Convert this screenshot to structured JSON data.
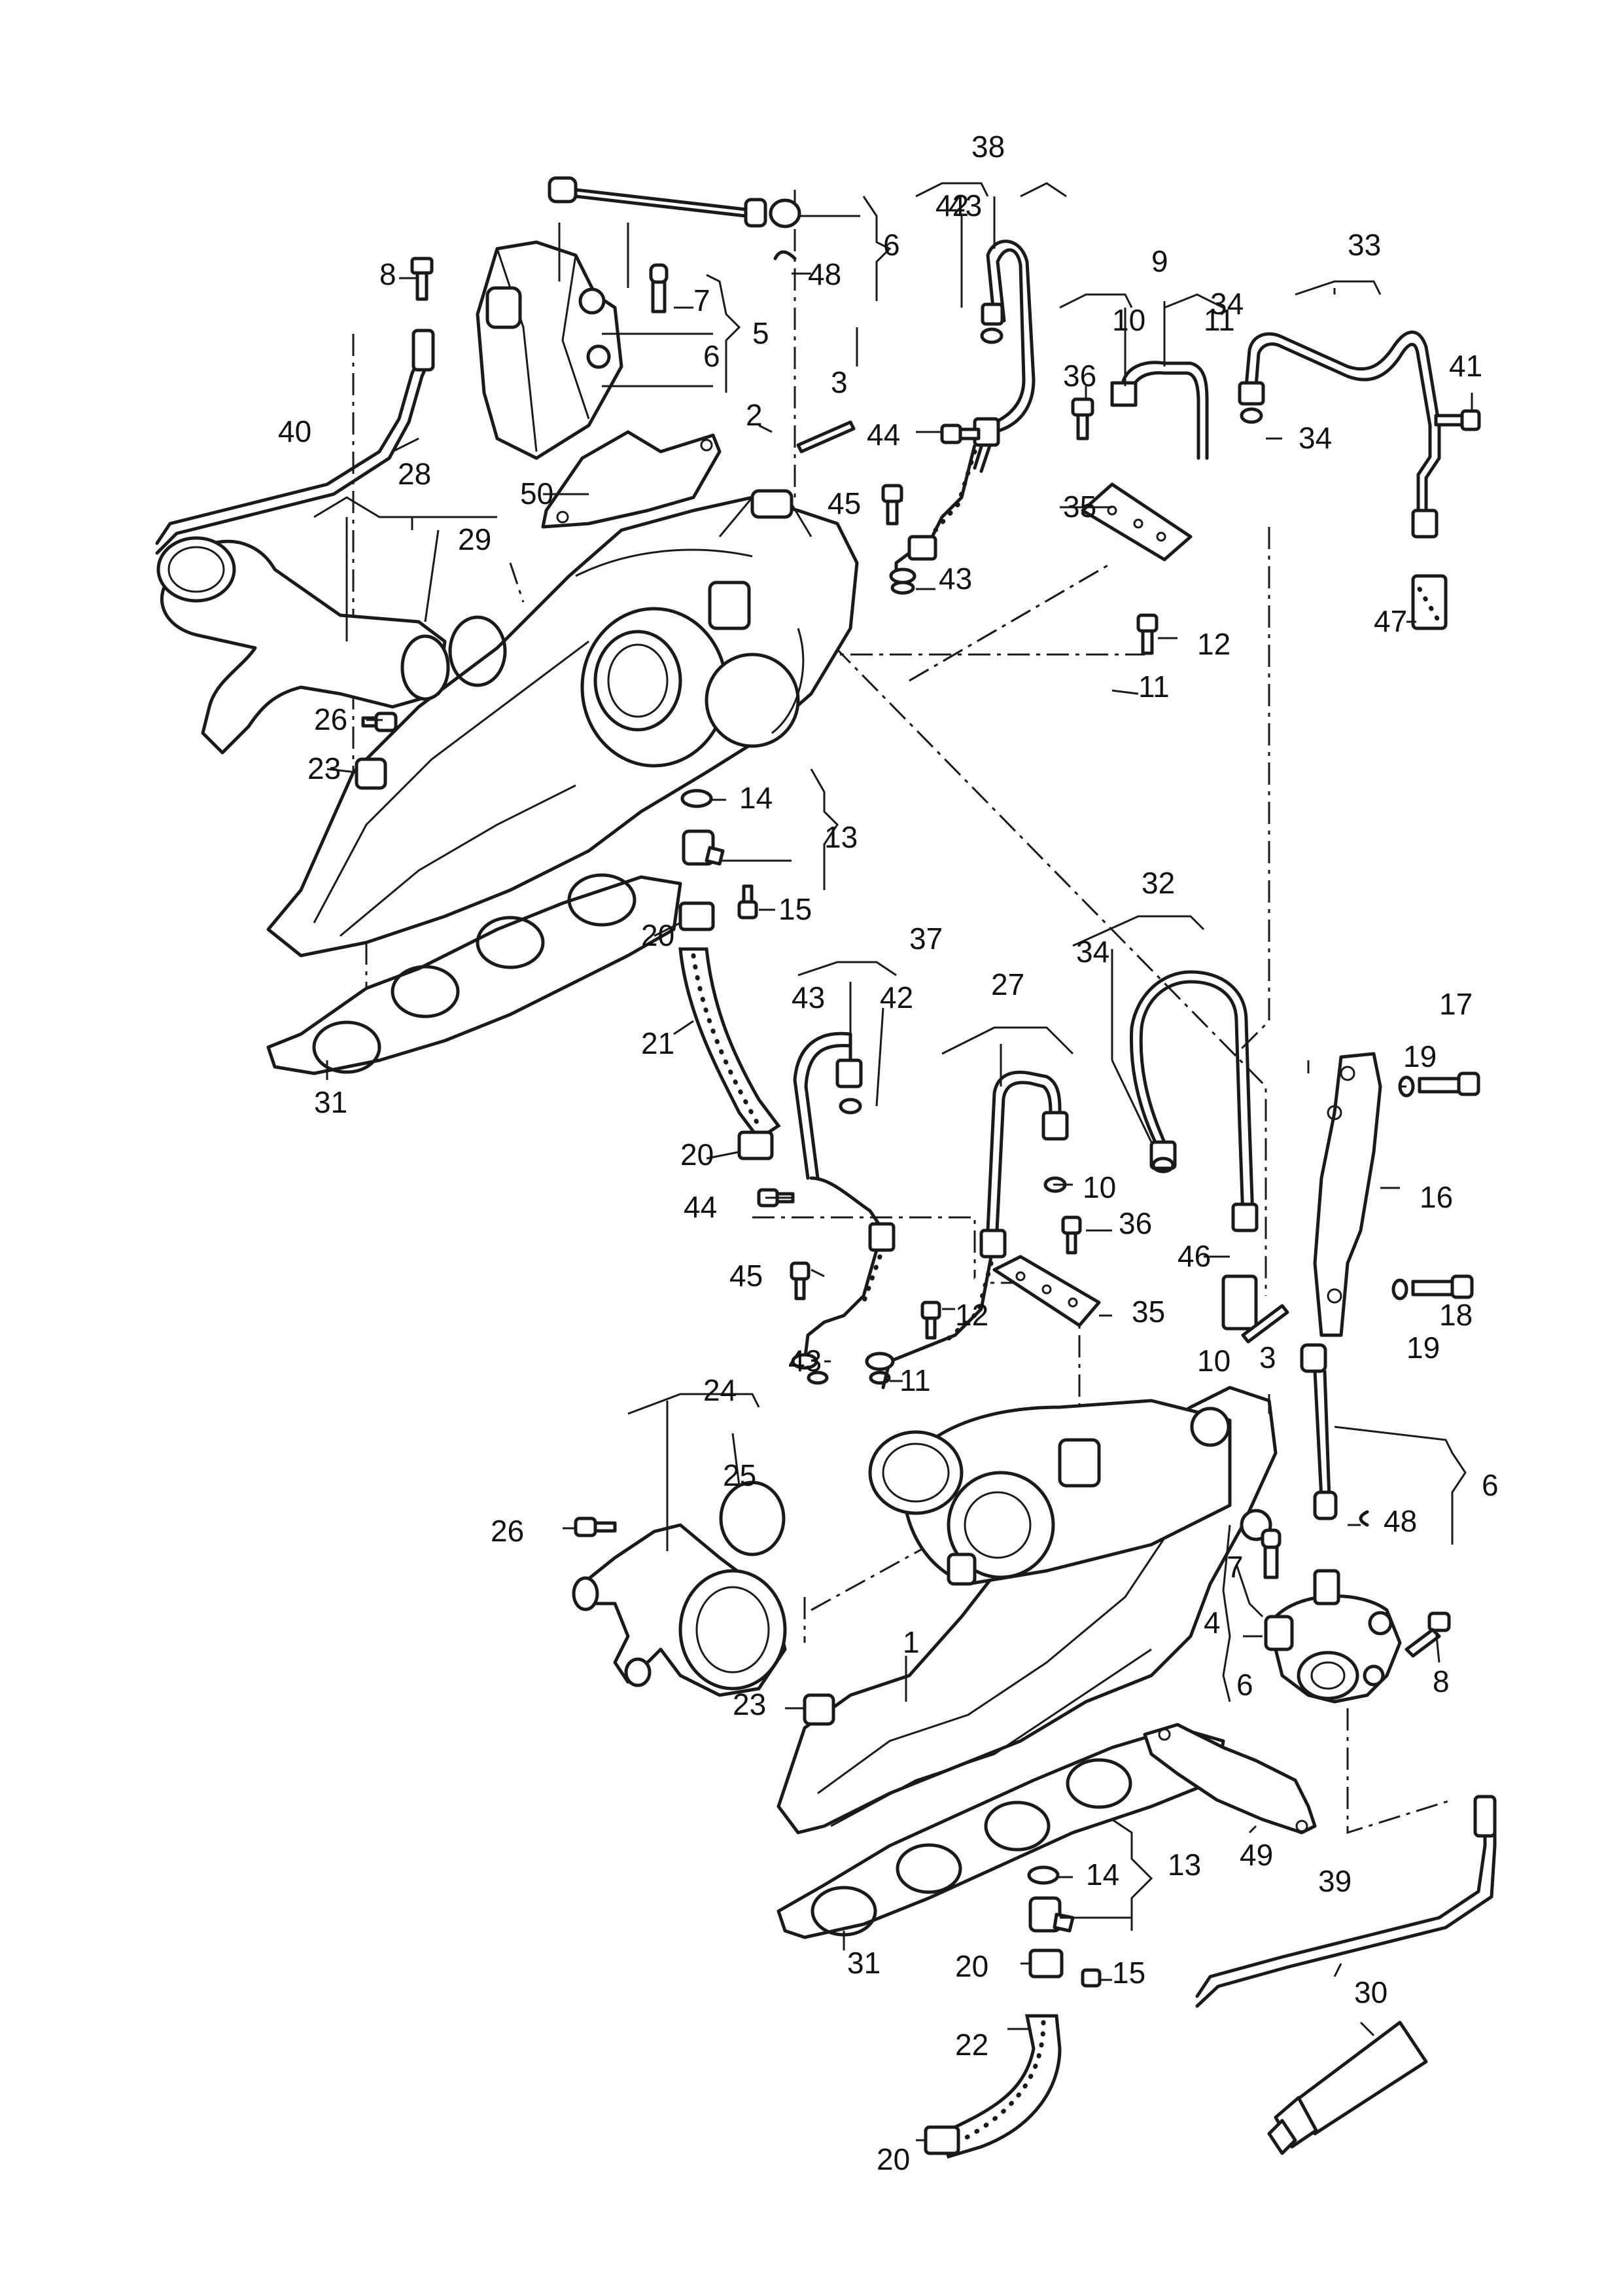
{
  "diagram": {
    "labels": [
      "1",
      "2",
      "3",
      "3",
      "4",
      "5",
      "6",
      "6",
      "6",
      "6",
      "7",
      "7",
      "8",
      "8",
      "9",
      "10",
      "10",
      "10",
      "11",
      "11",
      "11",
      "12",
      "12",
      "13",
      "13",
      "14",
      "14",
      "15",
      "15",
      "16",
      "17",
      "18",
      "19",
      "19",
      "20",
      "20",
      "20",
      "20",
      "21",
      "22",
      "23",
      "23",
      "24",
      "25",
      "26",
      "26",
      "27",
      "28",
      "29",
      "30",
      "31",
      "31",
      "32",
      "33",
      "34",
      "34",
      "34",
      "35",
      "35",
      "36",
      "36",
      "37",
      "38",
      "39",
      "40",
      "41",
      "42",
      "42",
      "43",
      "43",
      "43",
      "43",
      "44",
      "44",
      "45",
      "45",
      "46",
      "47",
      "48",
      "48",
      "49",
      "50"
    ]
  }
}
